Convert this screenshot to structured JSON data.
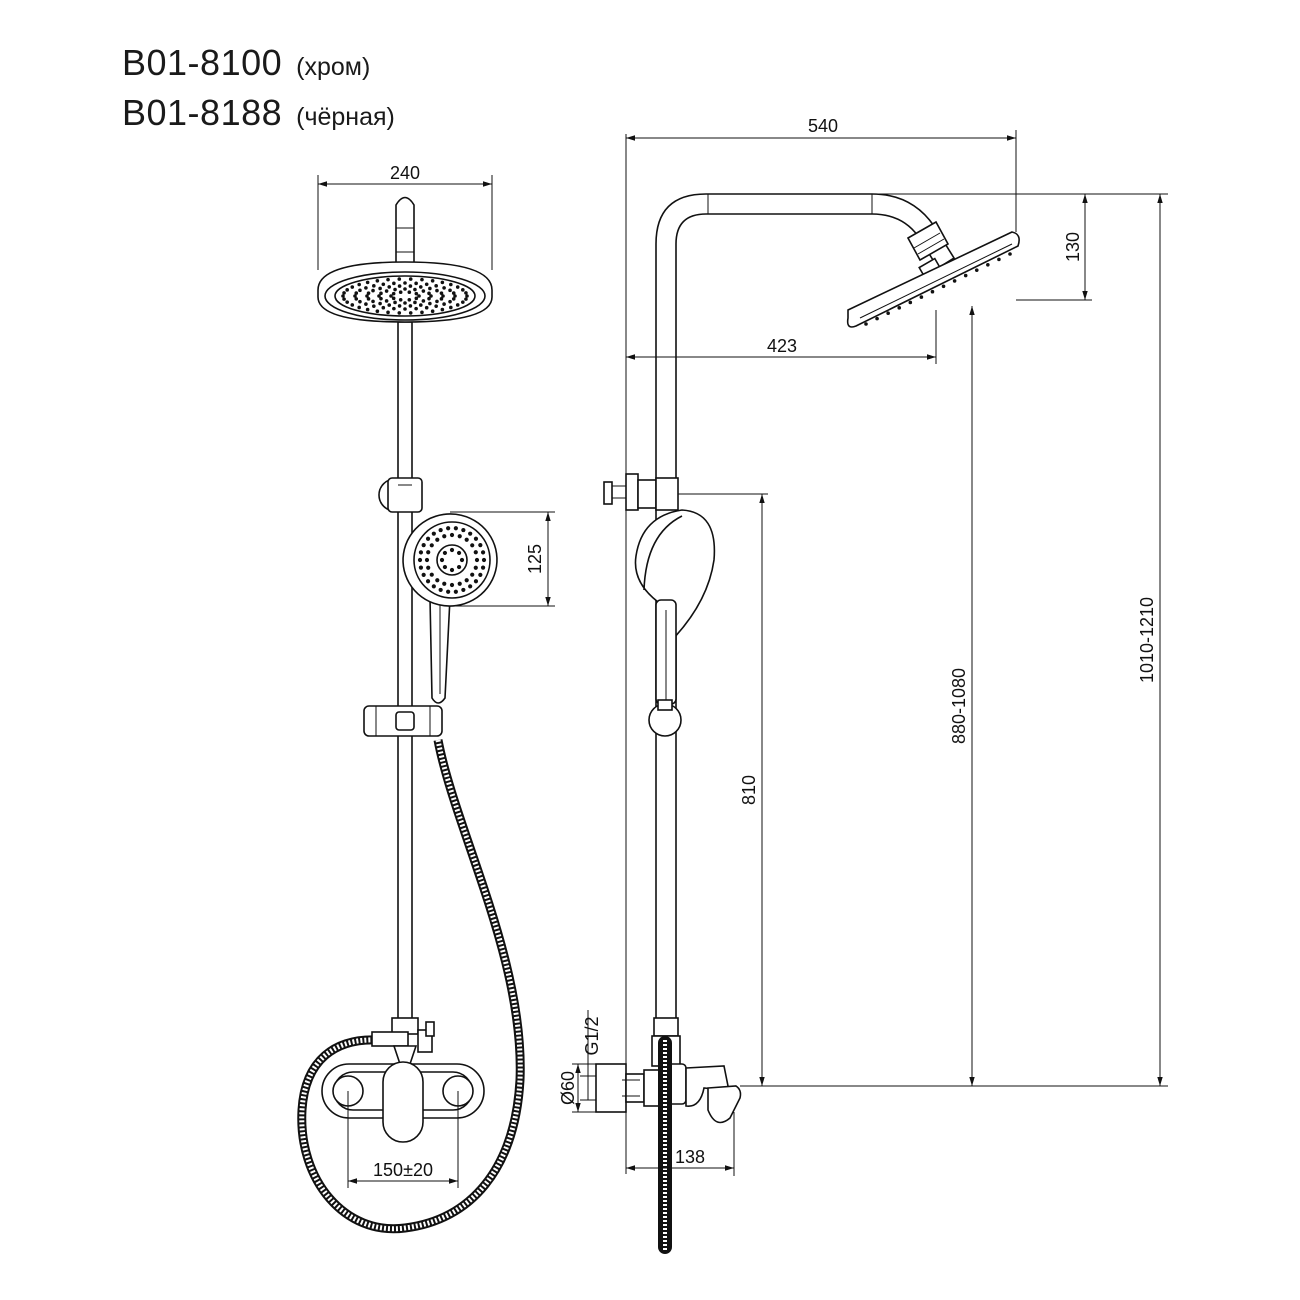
{
  "title": {
    "line1": {
      "code": "B01-8100",
      "variant": "(хром)"
    },
    "line2": {
      "code": "B01-8188",
      "variant": "(чёрная)"
    }
  },
  "dimensions": {
    "head_diameter": "240",
    "overall_width": "540",
    "head_drop": "130",
    "arm_reach": "423",
    "hand_shower_diameter": "125",
    "slide_rail": "810",
    "head_height": "880-1080",
    "total_height": "1010-1210",
    "outlet_centers": "150±20",
    "thread": "G1/2",
    "flange_diameter": "Ø60",
    "mixer_depth": "138"
  },
  "colors": {
    "line": "#111111",
    "background": "#ffffff"
  }
}
